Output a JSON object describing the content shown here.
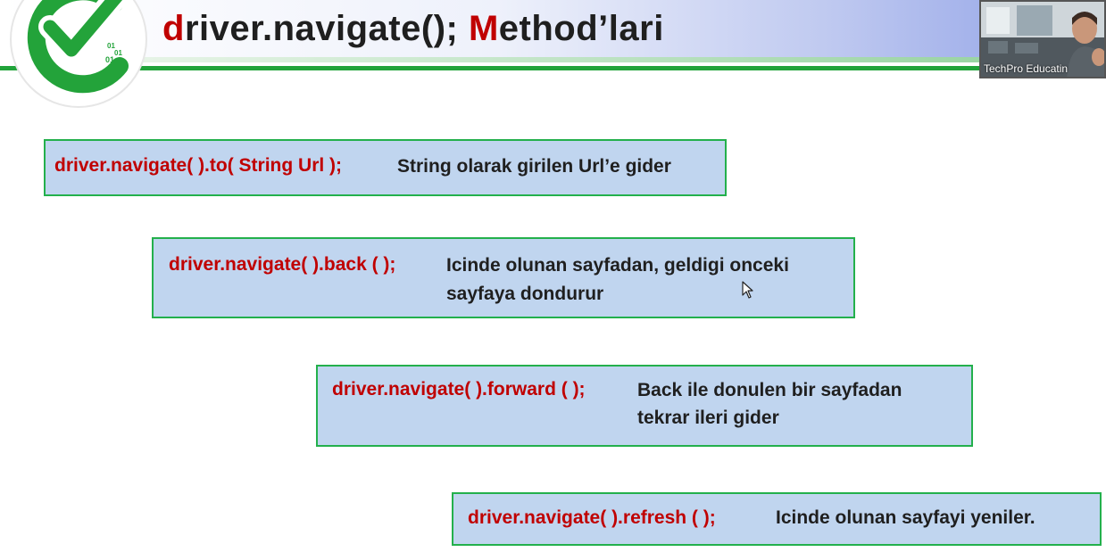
{
  "slide": {
    "title_initial_1": "d",
    "title_part_1": "river.navigate(); ",
    "title_initial_2": "M",
    "title_part_2": "ethod’lari",
    "logo_digits": [
      "01",
      "01",
      "01"
    ]
  },
  "webcam": {
    "participant_name": "TechPro Educatin"
  },
  "methods": [
    {
      "code": "driver.navigate( ).to( String Url );",
      "description_line_1": "String olarak girilen Url’e gider",
      "description_line_2": ""
    },
    {
      "code": "driver.navigate( ).back ( );",
      "description_line_1": "Icinde olunan sayfadan, geldigi onceki",
      "description_line_2": "sayfaya dondurur"
    },
    {
      "code": "driver.navigate( ).forward ( );",
      "description_line_1": "Back ile donulen bir sayfadan",
      "description_line_2": "tekrar ileri gider"
    },
    {
      "code": "driver.navigate( ).refresh ( );",
      "description_line_1": "Icinde olunan sayfayi yeniler.",
      "description_line_2": ""
    }
  ],
  "colors": {
    "code_red": "#c00000",
    "card_fill": "#c0d5ef",
    "card_border": "#23b04c",
    "header_green": "#21a33a"
  }
}
